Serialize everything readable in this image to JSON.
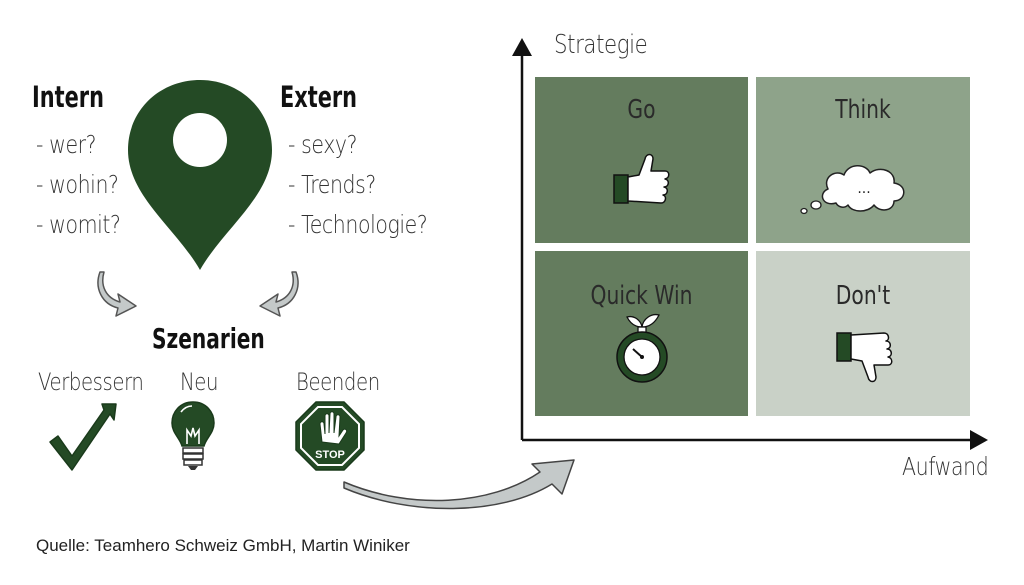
{
  "intern": {
    "title": "Intern",
    "items": [
      "- wer?",
      "- wohin?",
      "- womit?"
    ]
  },
  "extern": {
    "title": "Extern",
    "items": [
      "- sexy?",
      "- Trends?",
      "- Technologie?"
    ]
  },
  "szenarien": {
    "title": "Szenarien",
    "options": [
      {
        "label": "Verbessern",
        "icon": "checkmark-icon"
      },
      {
        "label": "Neu",
        "icon": "lightbulb-icon"
      },
      {
        "label": "Beenden",
        "icon": "stop-sign-icon",
        "sign_text": "STOP"
      }
    ]
  },
  "matrix": {
    "y_axis_label": "Strategie",
    "x_axis_label": "Aufwand",
    "quadrants": [
      {
        "label": "Go",
        "icon": "thumbs-up-icon",
        "color": "#647c5e"
      },
      {
        "label": "Think",
        "icon": "thought-bubble-icon",
        "bubble_text": "...",
        "color": "#8ea38a"
      },
      {
        "label": "Quick Win",
        "icon": "stopwatch-icon",
        "color": "#647c5e"
      },
      {
        "label": "Don't",
        "icon": "thumbs-down-icon",
        "color": "#c9d1c7"
      }
    ]
  },
  "colors": {
    "dark_green": "#244a25",
    "arrow_gray": "#c4c9c9"
  },
  "footer": {
    "source": "Quelle: Teamhero Schweiz GmbH, Martin Winiker"
  }
}
